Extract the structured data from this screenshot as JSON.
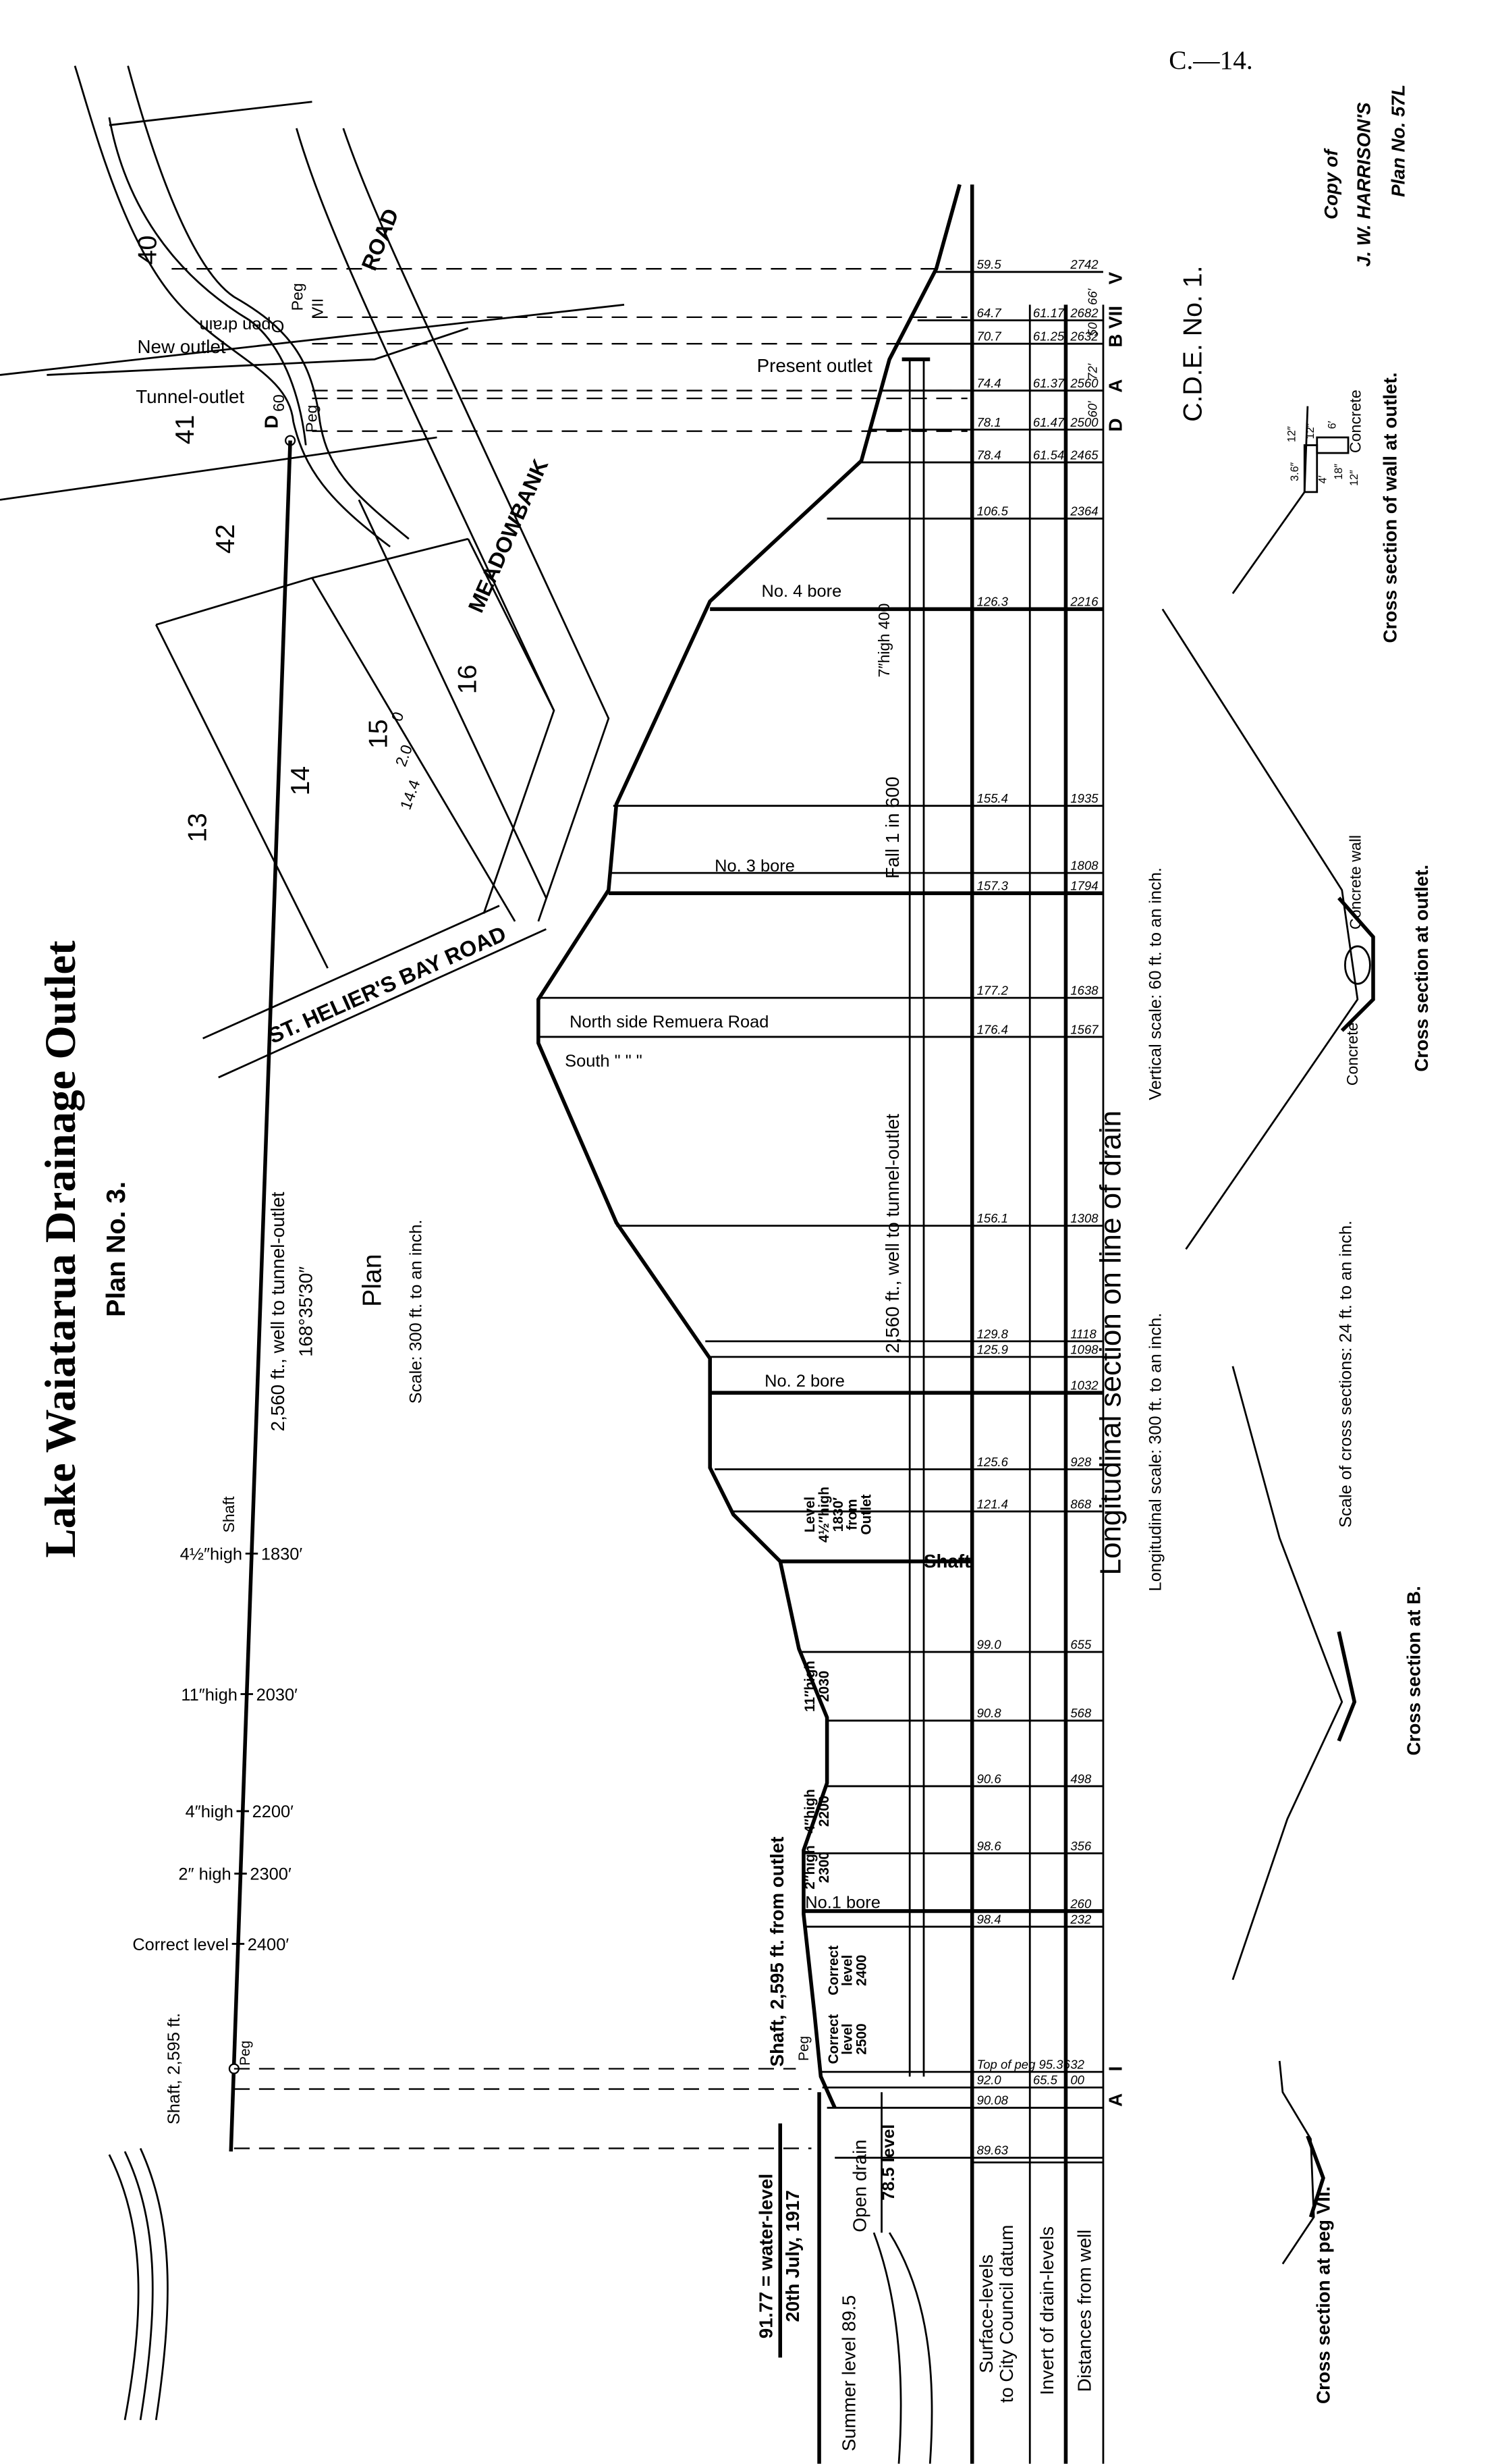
{
  "header": {
    "code": "C.—14.",
    "copy_line1": "Copy of",
    "copy_line2": "J. W. HARRISON'S",
    "copy_line3": "Plan No. 57L"
  },
  "title": "Lake Waiatarua Drainage Outlet",
  "plan_no": "Plan No. 3.",
  "plan": {
    "heading": "Plan",
    "scale": "Scale: 300 ft. to an inch.",
    "bearing_label": "2,560 ft., well to tunnel-outlet",
    "bearing": "168°35′30″",
    "lots": [
      "40",
      "41",
      "42",
      "13",
      "14",
      "15",
      "16"
    ],
    "lot_15_sub": [
      "14.4",
      "2.0",
      "0"
    ],
    "roads": [
      "ROAD",
      "MEADOWBANK",
      "ST. HELIER'S BAY ROAD"
    ],
    "open_drain": "Open drain",
    "pegs": [
      "Peg",
      "Peg",
      "Peg"
    ],
    "peg_numbers": [
      "VII",
      "D",
      "60"
    ],
    "new_outlet": "New outlet",
    "tunnel_outlet": "Tunnel-outlet",
    "shaft_label": "Shaft",
    "shaft_2595": "Shaft, 2,595 ft.",
    "stations": [
      {
        "height": "4½″high",
        "dist": "1830′"
      },
      {
        "height": "11″high",
        "dist": "2030′"
      },
      {
        "height": "4″high",
        "dist": "2200′"
      },
      {
        "height": "2″ high",
        "dist": "2300′"
      },
      {
        "height": "Correct level",
        "dist": "2400′"
      }
    ]
  },
  "section": {
    "title": "Longitudinal section on line of drain",
    "long_scale": "Longitudinal scale: 300 ft. to an inch.",
    "vert_scale": "Vertical scale: 60 ft. to an inch.",
    "present_outlet": "Present outlet",
    "bores": [
      "No. 4 bore",
      "No. 3 bore",
      "No. 2 bore",
      "No.1 bore"
    ],
    "remuera_north": "North side Remuera Road",
    "remuera_south": "South  \"        \"         \"",
    "fall": "Fall   1 in   600",
    "bore4_note": "7″high 400",
    "drain_label": "2,560 ft., well to tunnel-outlet",
    "shaft": "Shaft",
    "level_notes": [
      [
        "Level",
        "4½″high",
        "1830′",
        "from",
        "Outlet"
      ],
      [
        "11″high",
        "2030"
      ],
      [
        "4″high",
        "2200"
      ],
      [
        "2″high",
        "2300"
      ],
      [
        "Correct",
        "level",
        "2400"
      ],
      [
        "Correct",
        "level",
        "2500"
      ]
    ],
    "shaft_from_outlet": "Shaft, 2,595 ft. from outlet",
    "water_level": "91.77 = water-level",
    "water_date": "20th July, 1917",
    "summer_level": "Summer level 89.5",
    "open_drain": "Open drain",
    "level_785": "78.5 level",
    "peg": "Peg",
    "section_letters_top": [
      "V",
      "VII",
      "B",
      "A",
      "D"
    ],
    "section_letters_bottom": [
      "I",
      "A"
    ],
    "cde": "C.D.E. No. 1.",
    "row_labels": [
      "Surface-levels to City Council datum",
      "Invert of drain-levels",
      "Distances from well"
    ]
  },
  "table": {
    "rows": [
      {
        "surface": "59.5",
        "invert": "",
        "distance": "2742"
      },
      {
        "surface": "64.7",
        "invert": "61.17",
        "distance": "2682"
      },
      {
        "surface": "70.7",
        "invert": "61.25",
        "distance": "2632"
      },
      {
        "surface": "74.4",
        "invert": "61.37",
        "distance": "2560"
      },
      {
        "surface": "78.1",
        "invert": "61.47",
        "distance": "2500"
      },
      {
        "surface": "78.4",
        "invert": "61.54",
        "distance": "2465"
      },
      {
        "surface": "106.5",
        "invert": "",
        "distance": "2364"
      },
      {
        "surface": "126.3",
        "invert": "",
        "distance": "2216"
      },
      {
        "surface": "155.4",
        "invert": "",
        "distance": "1935"
      },
      {
        "surface": "",
        "invert": "",
        "distance": "1808"
      },
      {
        "surface": "157.3",
        "invert": "",
        "distance": "1794"
      },
      {
        "surface": "177.2",
        "invert": "",
        "distance": "1638"
      },
      {
        "surface": "176.4",
        "invert": "",
        "distance": "1567"
      },
      {
        "surface": "156.1",
        "invert": "",
        "distance": "1308"
      },
      {
        "surface": "129.8",
        "invert": "",
        "distance": "1118"
      },
      {
        "surface": "125.9",
        "invert": "",
        "distance": "1098"
      },
      {
        "surface": "",
        "invert": "",
        "distance": "1032"
      },
      {
        "surface": "125.6",
        "invert": "",
        "distance": "928"
      },
      {
        "surface": "121.4",
        "invert": "",
        "distance": "868"
      },
      {
        "surface": "99.0",
        "invert": "",
        "distance": "655"
      },
      {
        "surface": "90.8",
        "invert": "",
        "distance": "568"
      },
      {
        "surface": "90.6",
        "invert": "",
        "distance": "498"
      },
      {
        "surface": "98.6",
        "invert": "",
        "distance": "356"
      },
      {
        "surface": "",
        "invert": "",
        "distance": "260"
      },
      {
        "surface": "98.4",
        "invert": "",
        "distance": "232"
      },
      {
        "surface": "Top of peg 95.36",
        "invert": "",
        "distance": "32"
      },
      {
        "surface": "92.0",
        "invert": "65.5",
        "distance": "00"
      },
      {
        "surface": "90.08",
        "invert": "",
        "distance": ""
      },
      {
        "surface": "89.63",
        "invert": "",
        "distance": ""
      }
    ],
    "side_distances": [
      "66′",
      "50′",
      "72′",
      "60′"
    ]
  },
  "cross_sections": {
    "wall_outlet": "Cross section of wall at outlet.",
    "wall_concrete": "Concrete",
    "wall_dims": [
      "6′",
      "12″",
      "12″",
      "18″",
      "3.6″",
      "4′",
      "12″"
    ],
    "outlet": "Cross section at outlet.",
    "concrete_wall": "Concrete wall",
    "concrete": "Concrete",
    "scale": "Scale of cross sections: 24 ft. to an inch.",
    "at_b": "Cross section at B.",
    "at_peg": "Cross section at peg VII."
  }
}
